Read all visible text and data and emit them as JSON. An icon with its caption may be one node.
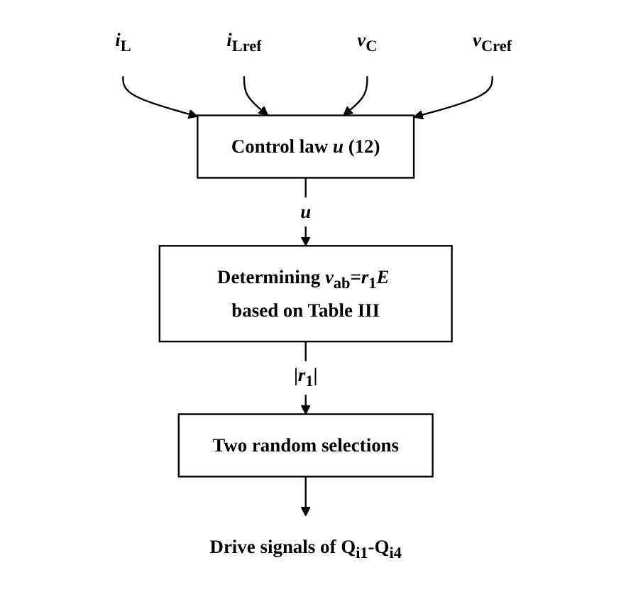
{
  "diagram": {
    "nodes": [
      {
        "text": [
          "*i*$_{L}$"
        ]
      },
      {
        "text": [
          "*i*$_{Lref}$"
        ]
      },
      {
        "text": [
          "*v*$_{C}$"
        ]
      },
      {
        "text": [
          "*v*$_{Cref}$"
        ]
      },
      {
        "text": [
          "Control law *u* (12)"
        ]
      },
      {
        "text": [
          "Determining *v*$_{ab}$=*r*$_{1}$*E* based on Table III"
        ]
      },
      {
        "text": [
          "Two random selections"
        ]
      },
      {
        "text": [
          "Drive signals of Q$_{i1}$-Q$_{i4}$"
        ]
      }
    ],
    "edges": [
      {
        "from": 0,
        "to": 4,
        "arrow": "to"
      },
      {
        "from": 1,
        "to": 4,
        "arrow": "to"
      },
      {
        "from": 2,
        "to": 4,
        "arrow": "to"
      },
      {
        "from": 3,
        "to": 4,
        "arrow": "to"
      },
      {
        "from": 4,
        "to": 5,
        "arrow": "to",
        "label": "*u*"
      },
      {
        "from": 5,
        "to": 6,
        "arrow": "to",
        "label": "|*r*$_{1}$|"
      },
      {
        "from": 6,
        "to": 7,
        "arrow": "to"
      }
    ]
  }
}
